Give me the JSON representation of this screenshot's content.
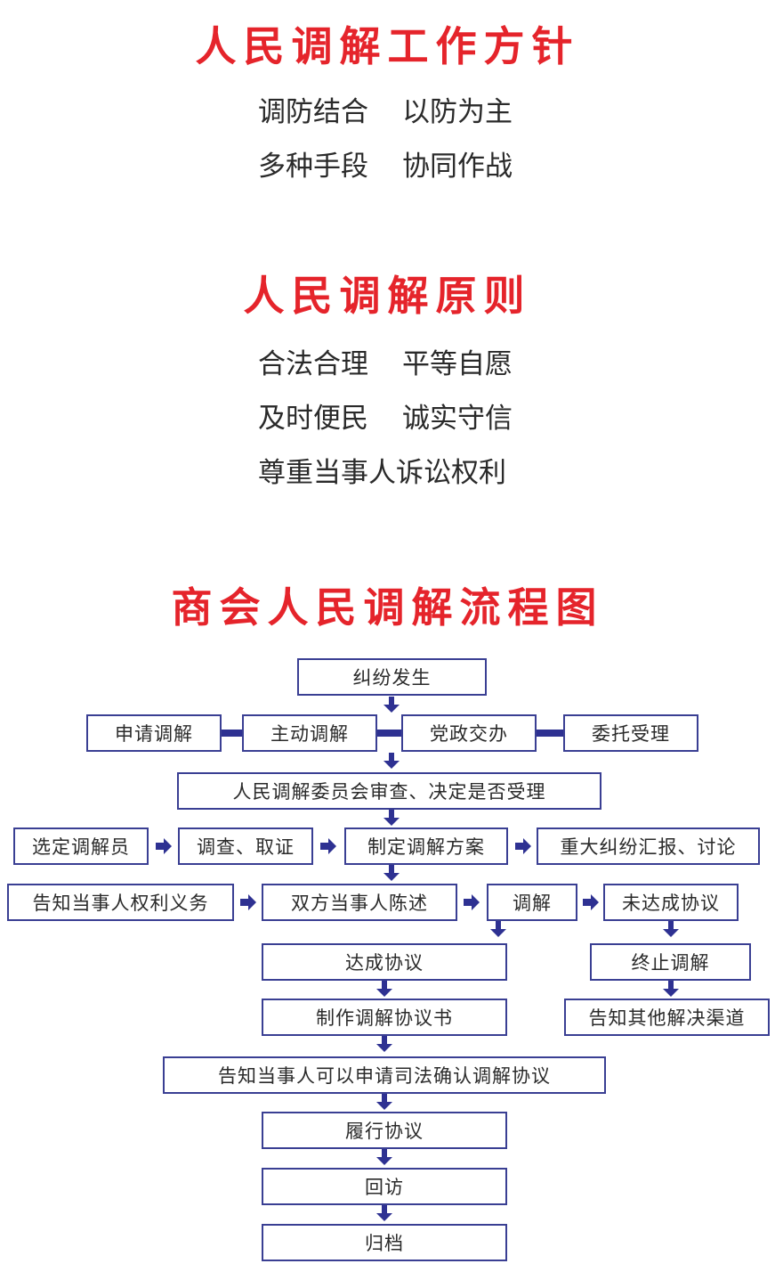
{
  "section1": {
    "title": "人民调解工作方针",
    "lines": [
      [
        "调防结合",
        "以防为主"
      ],
      [
        "多种手段",
        "协同作战"
      ]
    ]
  },
  "section2": {
    "title": "人民调解原则",
    "lines": [
      [
        "合法合理",
        "平等自愿"
      ],
      [
        "及时便民",
        "诚实守信"
      ],
      [
        "尊重当事人诉讼权利"
      ]
    ]
  },
  "flowchart": {
    "title": "商会人民调解流程图",
    "colors": {
      "title": "#e5242b",
      "border": "#3a3f93",
      "arrow": "#2e3192"
    },
    "nodes": {
      "start": "纠纷发生",
      "apply": "申请调解",
      "initiative": "主动调解",
      "assigned": "党政交办",
      "entrusted": "委托受理",
      "review": "人民调解委员会审查、决定是否受理",
      "select_mediator": "选定调解员",
      "investigate": "调查、取证",
      "plan": "制定调解方案",
      "major_report": "重大纠纷汇报、讨论",
      "inform_rights": "告知当事人权利义务",
      "statements": "双方当事人陈述",
      "mediate": "调解",
      "no_agreement": "未达成协议",
      "agreement": "达成协议",
      "terminate": "终止调解",
      "draft_agreement": "制作调解协议书",
      "other_channels": "告知其他解决渠道",
      "judicial_confirm": "告知当事人可以申请司法确认调解协议",
      "perform": "履行协议",
      "revisit": "回访",
      "archive": "归档"
    }
  }
}
